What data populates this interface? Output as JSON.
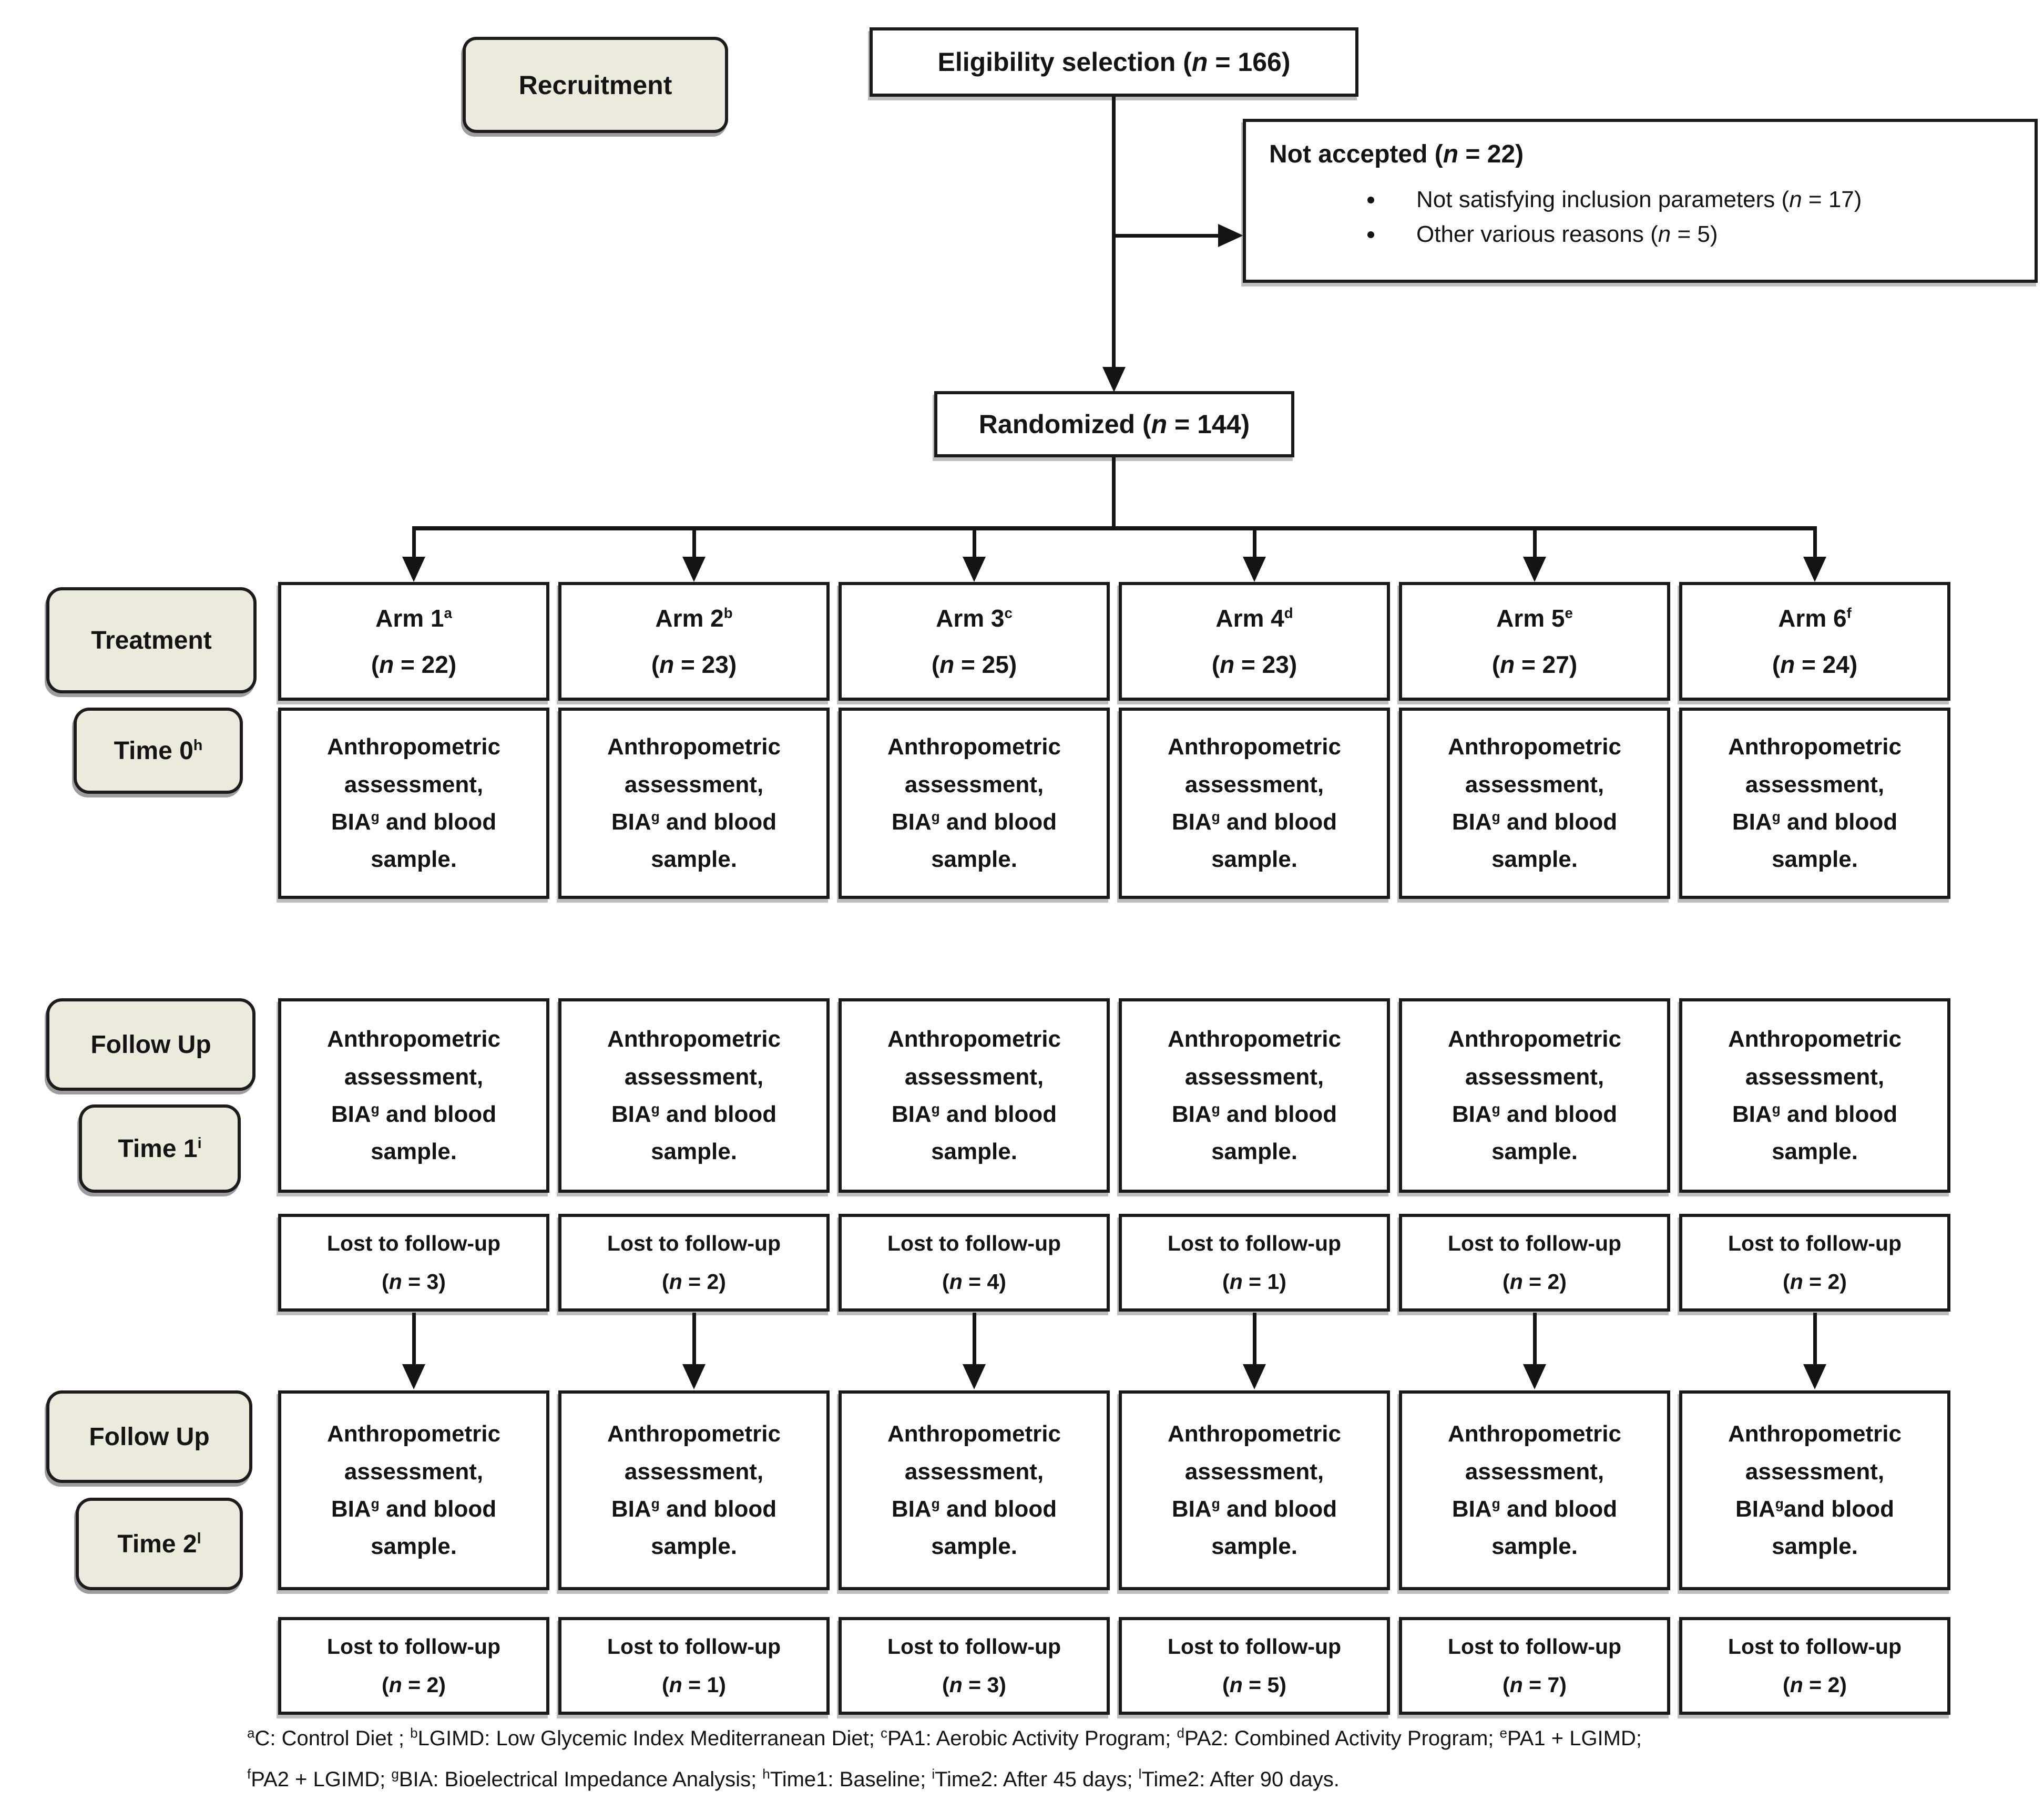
{
  "colors": {
    "label_fill": "#ECEADD",
    "box_fill": "#FFFFFF",
    "border": "#1A1A1A",
    "shadow": "#6E6E6E",
    "background": "#FFFFFF"
  },
  "fmt": {
    "open": "(",
    "n": "n",
    "eq": " = ",
    "close": ")"
  },
  "recruitment_label": "Recruitment",
  "eligibility": {
    "text": "Eligibility selection ",
    "n": "166"
  },
  "not_accepted": {
    "title": "Not accepted ",
    "n": "22",
    "bullets": [
      {
        "text": "Not satisfying inclusion parameters ",
        "n": "17"
      },
      {
        "text": "Other various reasons ",
        "n": "5"
      }
    ]
  },
  "randomized": {
    "text": "Randomized ",
    "n": "144"
  },
  "row_labels": {
    "treatment": "Treatment",
    "time0": {
      "text": "Time 0",
      "sup": "h"
    },
    "follow_up_a": "Follow Up",
    "time1": {
      "text": "Time 1",
      "sup": "i"
    },
    "follow_up_b": "Follow Up",
    "time2": {
      "text": "Time 2",
      "sup": "l"
    }
  },
  "assessment": {
    "l1": "Anthropometric",
    "l2": "assessment,",
    "l3a": "BIA",
    "l3sup": "g",
    "l3b": " and blood",
    "l4": "sample."
  },
  "assessment_tight": {
    "l1": "Anthropometric",
    "l2": "assessment,",
    "l3a": "BIA",
    "l3sup": "g",
    "l3b": "and blood",
    "l4": "sample."
  },
  "lost_label": "Lost to follow-up",
  "arms": [
    {
      "name": "Arm 1",
      "sup": "a",
      "n": "22",
      "lost1": "3",
      "lost2": "2"
    },
    {
      "name": "Arm 2",
      "sup": "b",
      "n": "23",
      "lost1": "2",
      "lost2": "1"
    },
    {
      "name": "Arm 3",
      "sup": "c",
      "n": "25",
      "lost1": "4",
      "lost2": "3"
    },
    {
      "name": "Arm 4",
      "sup": "d",
      "n": "23",
      "lost1": "1",
      "lost2": "5"
    },
    {
      "name": "Arm 5",
      "sup": "e",
      "n": "27",
      "lost1": "2",
      "lost2": "7"
    },
    {
      "name": "Arm 6",
      "sup": "f",
      "n": "24",
      "lost1": "2",
      "lost2": "2"
    }
  ],
  "footnotes": {
    "line1": [
      {
        "sup": "a",
        "text": "C: Control Diet ; "
      },
      {
        "sup": "b",
        "text": "LGIMD: Low Glycemic Index Mediterranean Diet; "
      },
      {
        "sup": "c",
        "text": "PA1: Aerobic Activity Program; "
      },
      {
        "sup": "d",
        "text": "PA2: Combined Activity Program; "
      },
      {
        "sup": "e",
        "text": "PA1 + LGIMD;"
      }
    ],
    "line2": [
      {
        "sup": "f",
        "text": "PA2 + LGIMD; "
      },
      {
        "sup": "g",
        "text": "BIA: Bioelectrical Impedance Analysis; "
      },
      {
        "sup": "h",
        "text": "Time1: Baseline; "
      },
      {
        "sup": "i",
        "text": "Time2: After 45 days; "
      },
      {
        "sup": "l",
        "text": "Time2: After 90 days."
      }
    ]
  }
}
